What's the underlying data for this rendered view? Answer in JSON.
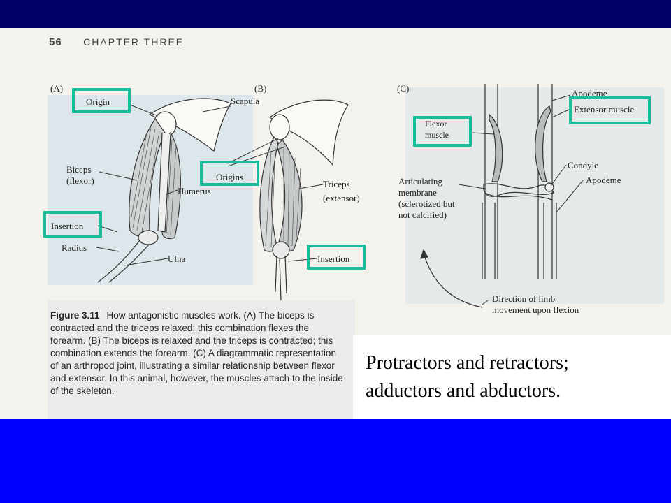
{
  "slide": {
    "colors": {
      "top_bar": "#000066",
      "bottom_bar": "#0000ff",
      "highlight_box": "#1abc9c",
      "page": "#f4f2ec"
    },
    "overlay_lines": [
      "Protractors and retractors;",
      "adductors and abductors."
    ]
  },
  "figure": {
    "page_number": "56",
    "chapter_title": "CHAPTER THREE",
    "panel_a": {
      "letter": "(A)",
      "labels": {
        "origin": "Origin",
        "biceps": "Biceps",
        "biceps_sub": "(flexor)",
        "humerus": "Humerus",
        "insertion": "Insertion",
        "radius": "Radius",
        "ulna": "Ulna"
      }
    },
    "panel_b": {
      "letter": "(B)",
      "labels": {
        "scapula": "Scapula",
        "origins": "Origins",
        "triceps": "Triceps",
        "triceps_sub": "(extensor)",
        "insertion": "Insertion"
      }
    },
    "panel_c": {
      "letter": "(C)",
      "labels": {
        "apodeme_top": "Apodeme",
        "extensor_muscle": "Extensor muscle",
        "flexor_line1": "Flexor",
        "flexor_line2": "muscle",
        "condyle": "Condyle",
        "apodeme_right": "Apodeme",
        "articulating": [
          "Articulating",
          "membrane",
          "(sclerotized but",
          "not calcified)"
        ],
        "direction": [
          "Direction of limb",
          "movement upon flexion"
        ]
      }
    },
    "caption": {
      "figure_label": "Figure 3.11",
      "text": "How antagonistic muscles work. (A) The biceps is contracted and the triceps relaxed; this combination flexes the forearm. (B) The biceps is relaxed and the triceps is contracted; this combination extends the forearm. (C) A diagrammatic representation of an arthropod joint, illustrating a similar relationship between flexor and extensor. In this animal, however, the muscles attach to the inside of the skeleton."
    }
  }
}
